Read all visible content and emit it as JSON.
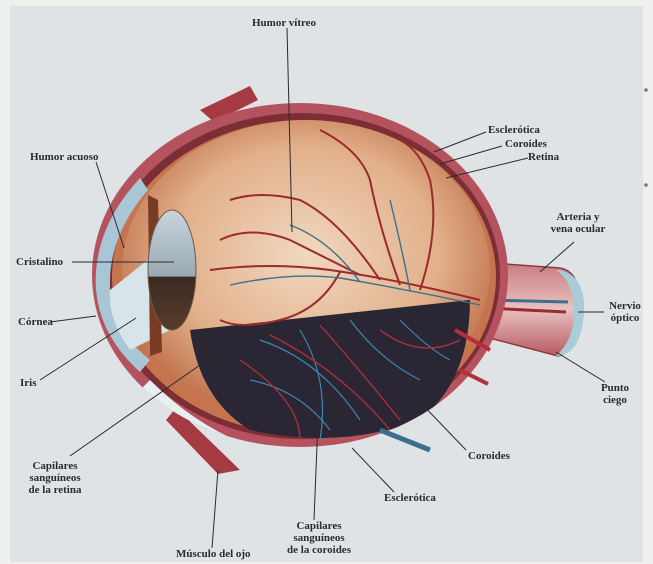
{
  "labels": {
    "humor_vitreo": "Humor vítreo",
    "esclerotica_top": "Esclerótica",
    "coroides_top": "Coroides",
    "retina": "Retina",
    "humor_acuoso": "Humor acuoso",
    "arteria_1": "Arteria y",
    "arteria_2": "vena ocular",
    "cristalino": "Cristalino",
    "nervio_1": "Nervio",
    "nervio_2": "óptico",
    "cornea": "Córnea",
    "iris": "Iris",
    "punto_1": "Punto",
    "punto_2": "ciego",
    "capilares_retina_1": "Capilares",
    "capilares_retina_2": "sanguíneos",
    "capilares_retina_3": "de la retina",
    "coroides_bottom": "Coroides",
    "esclerotica_bottom": "Esclerótica",
    "capilares_coroides_1": "Capilares",
    "capilares_coroides_2": "sanguíneos",
    "capilares_coroides_3": "de la coroides",
    "musculo": "Músculo del ojo"
  },
  "colors": {
    "paper": "#dfe3e6",
    "sclera": "#b4535e",
    "choroid_dark": "#2a2633",
    "vitreous": "#e2b08a",
    "vessel": "#9a2a2e",
    "vein": "#3a6f8e",
    "lens": "#b9c6cf",
    "cornea": "#a9c6d6"
  }
}
